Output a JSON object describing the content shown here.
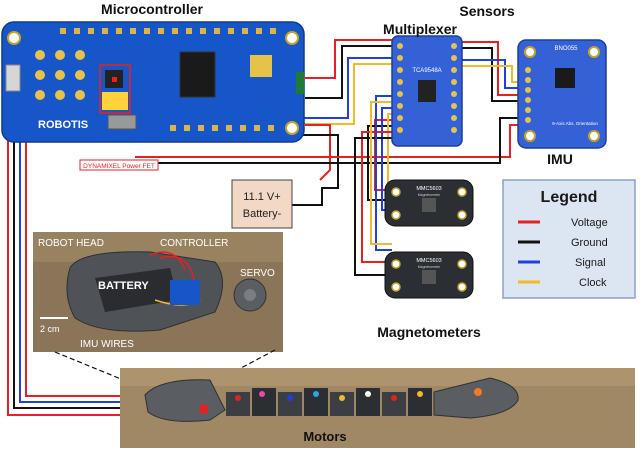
{
  "labels": {
    "microcontroller": "Microcontroller",
    "sensors": "Sensors",
    "multiplexer": "Multiplexer",
    "imu": "IMU",
    "magnetometers": "Magnetometers",
    "motors": "Motors",
    "power_fet": "DYNAMIXEL Power FET",
    "battery_line1": "11.1 V+",
    "battery_line2": "Battery-"
  },
  "board_print": {
    "brand": "ROBOTIS",
    "mux_chip": "TCA9548A",
    "imu_chip": "BNO055",
    "imu_caption": "9-Axis Abs. Orientation",
    "mag_chip": "MMC5603",
    "mag_sub": "Magnetometer"
  },
  "photo": {
    "robot_head": "ROBOT HEAD",
    "controller": "CONTROLLER",
    "servo": "SERVO",
    "battery": "BATTERY",
    "scale": "2 cm",
    "imu_wires": "IMU WIRES"
  },
  "legend": {
    "title": "Legend",
    "items": [
      {
        "label": "Voltage",
        "color": "#e8201f"
      },
      {
        "label": "Ground",
        "color": "#111111"
      },
      {
        "label": "Signal",
        "color": "#1f3fe0"
      },
      {
        "label": "Clock",
        "color": "#f2b92a"
      }
    ]
  },
  "colors": {
    "pcb_blue": "#1656c8",
    "mux_blue": "#3561d6",
    "breakout_dark": "#2b2e33",
    "legend_fill": "#dce6f2",
    "legend_border": "#8aa3c4"
  }
}
